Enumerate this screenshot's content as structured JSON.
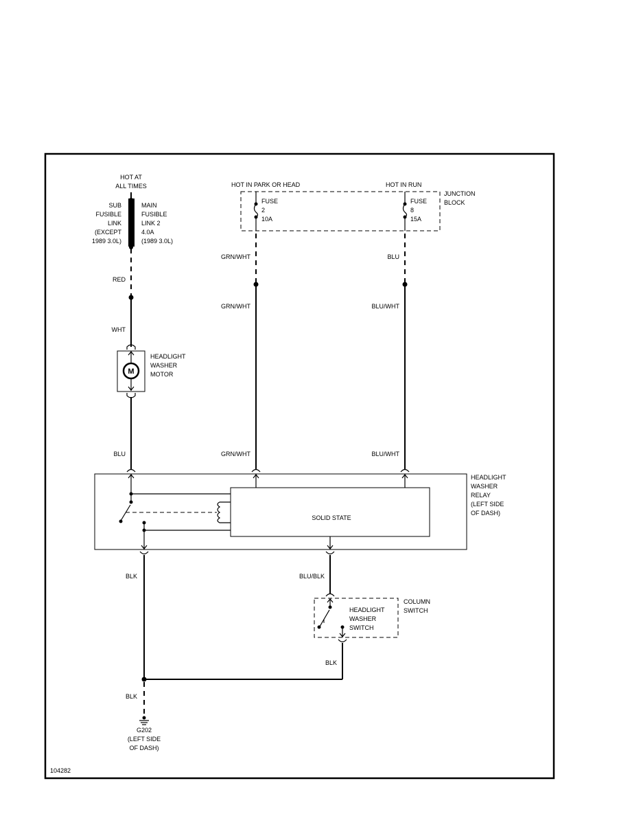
{
  "sources": {
    "hot_at_all_times": [
      "HOT AT",
      "ALL TIMES"
    ],
    "hot_in_park_or_head": "HOT IN PARK OR HEAD",
    "hot_in_run": "HOT IN RUN"
  },
  "fusible_link": {
    "sub": [
      "SUB",
      "FUSIBLE",
      "LINK",
      "(EXCEPT",
      "1989 3.0L)"
    ],
    "main": [
      "MAIN",
      "FUSIBLE",
      "LINK 2",
      "4.0A",
      "(1989 3.0L)"
    ]
  },
  "junction_block": {
    "label": [
      "JUNCTION",
      "BLOCK"
    ],
    "fuse2": [
      "FUSE",
      "2",
      "10A"
    ],
    "fuse8": [
      "FUSE",
      "8",
      "15A"
    ]
  },
  "wires": {
    "red": "RED",
    "wht": "WHT",
    "blu_motor": "BLU",
    "grn_wht_top": "GRN/WHT",
    "grn_wht_mid": "GRN/WHT",
    "grn_wht_bottom": "GRN/WHT",
    "blu_fuse": "BLU",
    "blu_wht_mid": "BLU/WHT",
    "blu_wht_bottom": "BLU/WHT",
    "blk_relay": "BLK",
    "blu_blk": "BLU/BLK",
    "blk_switch": "BLK",
    "blk_ground": "BLK"
  },
  "motor": {
    "symbol": "M",
    "label": [
      "HEADLIGHT",
      "WASHER",
      "MOTOR"
    ]
  },
  "relay": {
    "label": [
      "HEADLIGHT",
      "WASHER",
      "RELAY",
      "(LEFT SIDE",
      "OF DASH)"
    ],
    "solid_state": "SOLID STATE"
  },
  "column_switch": {
    "label": [
      "COLUMN",
      "SWITCH"
    ],
    "switch_label": [
      "HEADLIGHT",
      "WASHER",
      "SWITCH"
    ]
  },
  "ground": {
    "label": [
      "G202",
      "(LEFT SIDE",
      "OF DASH)"
    ]
  },
  "figure_number": "104282"
}
